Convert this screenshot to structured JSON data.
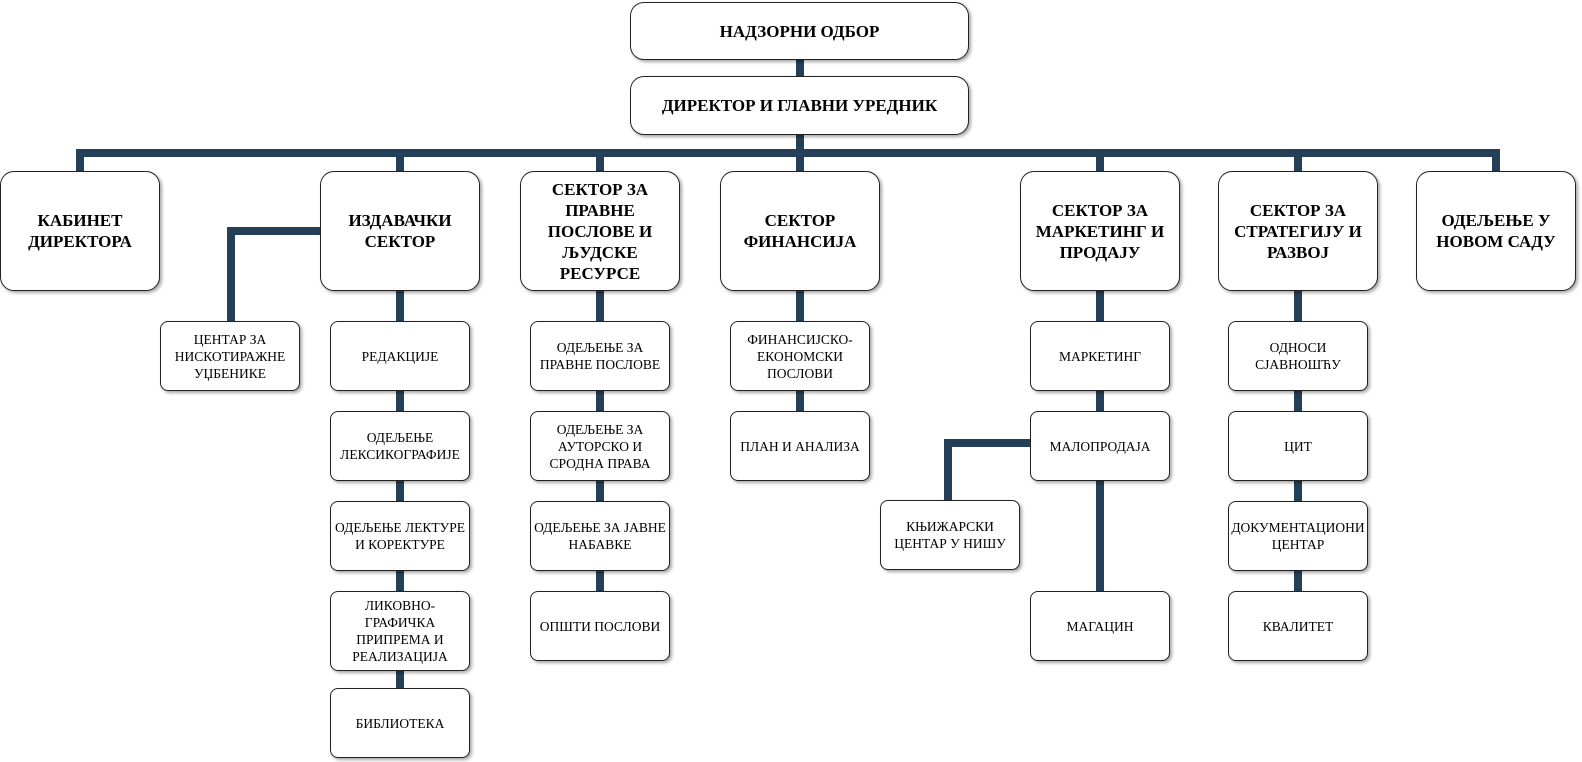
{
  "top": {
    "board": "НАДЗОРНИ ОДБОР",
    "director": "ДИРЕКТОР И ГЛАВНИ УРЕДНИК"
  },
  "sectors": {
    "cabinet": "КАБИНЕТ\nДИРЕКТОРА",
    "publishing": "ИЗДАВАЧКИ\nСЕКТОР",
    "legal": "СЕКТОР ЗА\nПРАВНЕ\nПОСЛОВЕ И\nЉУДСКЕ\nРЕСУРСЕ",
    "finance": "СЕКТОР\nФИНАНСИЈА",
    "marketing": "СЕКТОР ЗА\nМАРКЕТИНГ И\nПРОДАЈУ",
    "strategy": "СЕКТОР ЗА\nСТРАТЕГИЈУ И\nРАЗВОЈ",
    "novisad": "ОДЕЉЕЊЕ У\nНОВОМ САДУ"
  },
  "units": {
    "textbooks": "ЦЕНТАР ЗА\nНИСКОТИРАЖНЕ\nУЏБЕНИКЕ",
    "editorial": "РЕДАКЦИЈЕ",
    "lexicography": "ОДЕЉЕЊЕ\nЛЕКСИКОГРАФИЈЕ",
    "proofreading": "ОДЕЉЕЊЕ ЛЕКТУРЕ\nИ   КОРЕКТУРЕ",
    "graphics": "ЛИКОВНО-\nГРАФИЧКА\nПРИПРЕМА И\nРЕАЛИЗАЦИЈА",
    "library": "БИБЛИОТЕКА",
    "legal_affairs": "ОДЕЉЕЊЕ ЗА\nПРАВНЕ ПОСЛОВЕ",
    "copyright": "ОДЕЉЕЊЕ ЗА\nАУТОРСКО И\nСРОДНА ПРАВА",
    "procurement": "ОДЕЉЕЊЕ ЗА ЈАВНЕ\nНАБАВКЕ",
    "general": "ОПШТИ ПОСЛОВИ",
    "fin_econ": "ФИНАНСИЈСКО-\nЕКОНОМСКИ\nПОСЛОВИ",
    "planning": "ПЛАН  И  АНАЛИЗА",
    "marketing": "МАРКЕТИНГ",
    "retail": "МАЛОПРОДАЈА",
    "bookstore_nis": "КЊИЖАРСКИ\nЦЕНТАР У НИШУ",
    "warehouse": "МАГАЦИН",
    "pr": "ОДНОСИ\nСЈАВНОШЋУ",
    "cit": "ЦИТ",
    "documentation": "ДОКУМЕНТАЦИОНИ\nЦЕНТАР",
    "quality": "КВАЛИТЕТ"
  },
  "colors": {
    "connector": "#243f58",
    "box_border": "#222222"
  }
}
